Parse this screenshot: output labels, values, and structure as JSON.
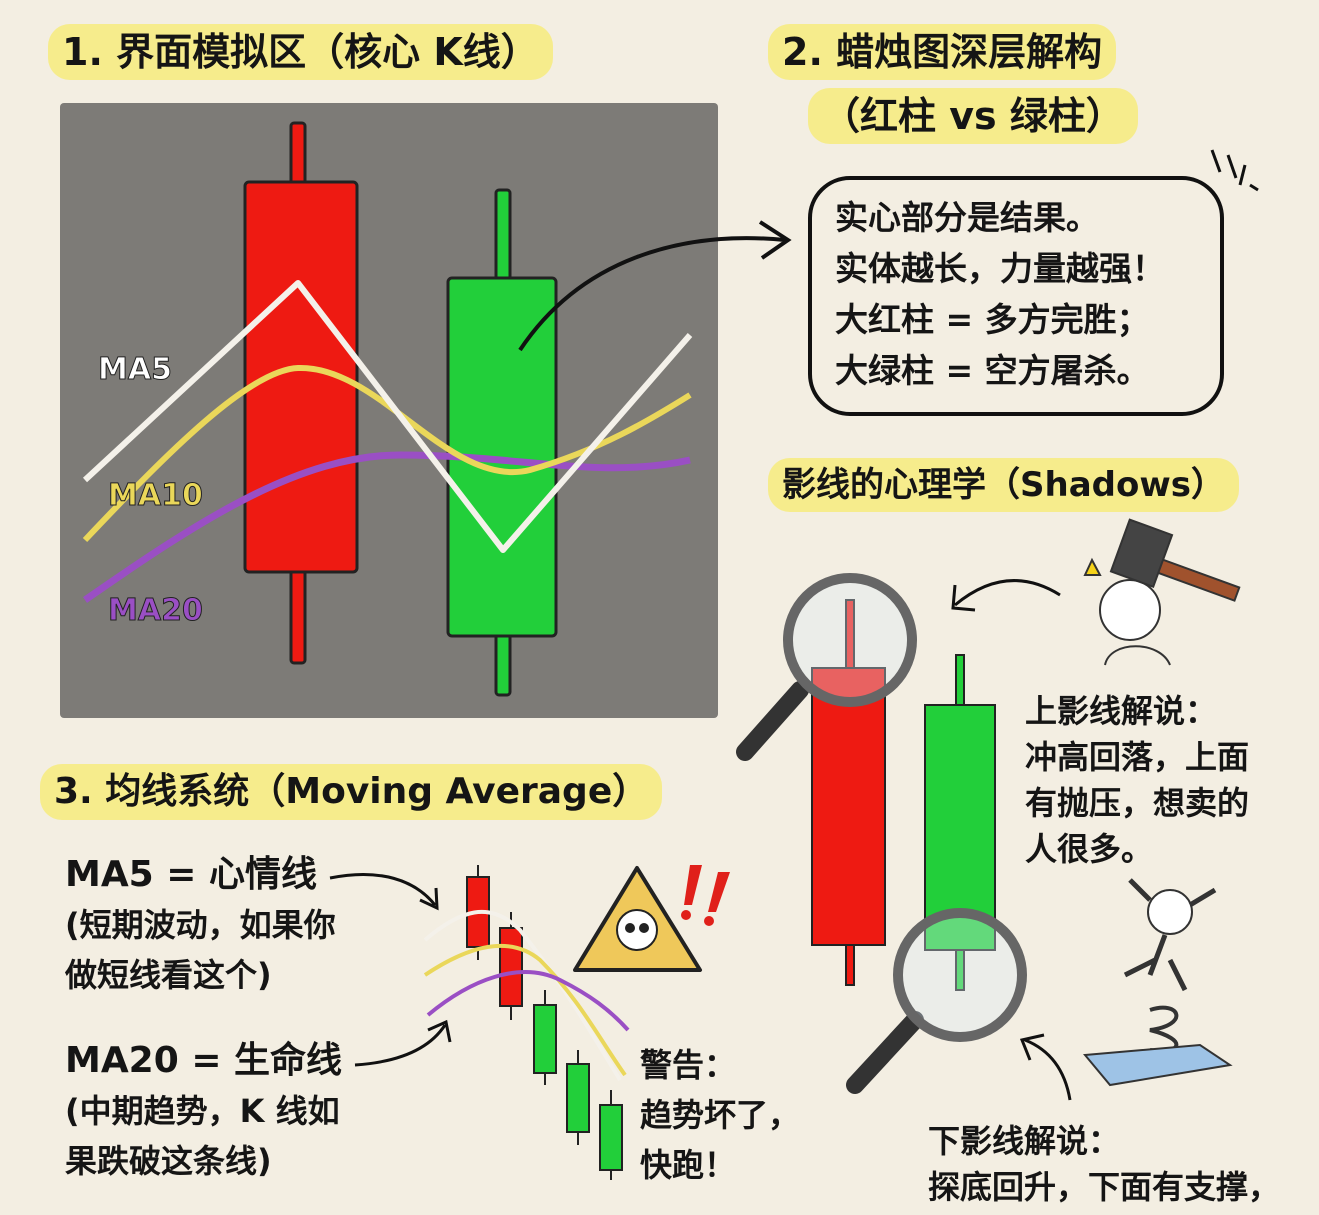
{
  "section1": {
    "title": "1. 界面模拟区（核心 K线）",
    "ma_labels": {
      "ma5": "MA5",
      "ma10": "MA10",
      "ma20": "MA20"
    }
  },
  "section2": {
    "title_line1": "2. 蜡烛图深层解构",
    "title_line2": "（红柱 vs 绿柱）",
    "box_lines": [
      "实心部分是结果。",
      "实体越长，力量越强！",
      "大红柱 = 多方完胜；",
      "大绿柱 = 空方屠杀。"
    ]
  },
  "shadows": {
    "title": "影线的心理学（Shadows）",
    "upper_title": "上影线解说：",
    "upper_lines": [
      "冲高回落，上面",
      "有抛压，想卖的",
      "人很多。"
    ],
    "lower_title": "下影线解说：",
    "lower_lines": [
      "探底回升，下面有支撑，"
    ]
  },
  "section3": {
    "title": "3. 均线系统（Moving Average）",
    "ma5_title": "MA5 = 心情线",
    "ma5_lines": [
      "(短期波动，如果你",
      "做短线看这个)"
    ],
    "ma20_title": "MA20 = 生命线",
    "ma20_lines": [
      "(中期趋势，K 线如",
      "果跌破这条线)"
    ],
    "warning_title": "警告：",
    "warning_lines": [
      "趋势坏了，",
      "快跑！"
    ]
  },
  "colors": {
    "red": "#ee1a12",
    "green": "#22cf3a",
    "ma5": "#f4f1ea",
    "ma10": "#ead75a",
    "ma20": "#9a4fc4",
    "highlight": "#f6ec8c",
    "panel": "#7d7b77"
  }
}
